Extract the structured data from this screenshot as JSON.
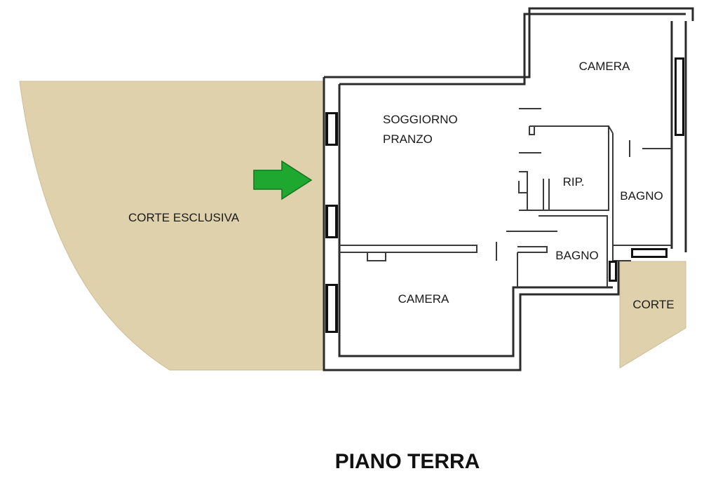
{
  "title": "PIANO TERRA",
  "colors": {
    "courtyard": "#dfd1ac",
    "arrow": "#1fa82f",
    "wall": "#2b2b2b"
  },
  "rooms": {
    "corte_esclusiva": "CORTE ESCLUSIVA",
    "soggiorno_line1": "SOGGIORNO",
    "soggiorno_line2": "PRANZO",
    "camera_top": "CAMERA",
    "camera_bottom": "CAMERA",
    "ripostiglio": "RIP.",
    "bagno_right": "BAGNO",
    "bagno_center": "BAGNO",
    "corte": "CORTE"
  },
  "icons": {
    "entrance": "entrance-arrow-icon"
  }
}
